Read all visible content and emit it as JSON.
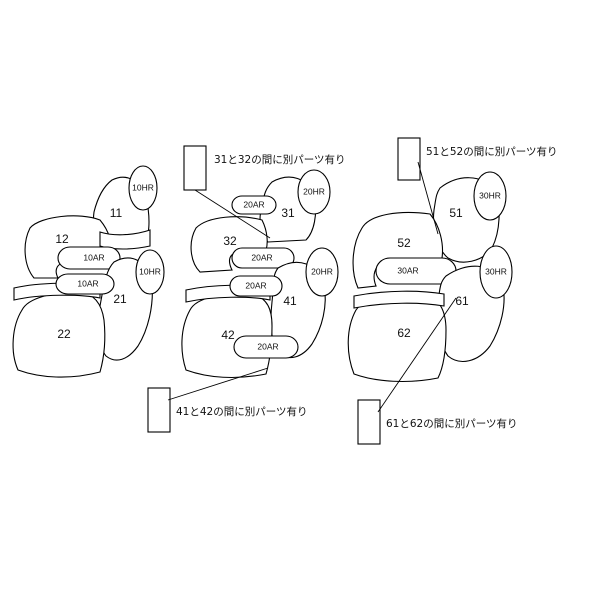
{
  "seats": {
    "row1": {
      "backrest_right": "11",
      "cushion_left": "12",
      "backrest_lower": "21",
      "cushion_lower": "22",
      "headrest_upper": "10HR",
      "headrest_lower": "10HR",
      "armrest_upper": "10AR",
      "armrest_lower": "10AR"
    },
    "row2": {
      "backrest_upper": "31",
      "cushion_upper": "32",
      "backrest_lower": "41",
      "cushion_lower": "42",
      "headrest_upper": "20HR",
      "headrest_lower": "20HR",
      "armrest_top": "20AR",
      "armrest_mid": "20AR",
      "armrest_low": "20AR",
      "armrest_bottom": "20AR"
    },
    "row3": {
      "backrest_upper": "51",
      "cushion_upper": "52",
      "backrest_lower": "61",
      "cushion_lower": "62",
      "headrest_upper": "30HR",
      "headrest_lower": "30HR",
      "armrest": "30AR"
    }
  },
  "notes": {
    "n31_32": "31と32の間に別パーツ有り",
    "n51_52": "51と52の間に別パーツ有り",
    "n41_42": "41と42の間に別パーツ有り",
    "n61_62": "61と62の間に別パーツ有り"
  },
  "colors": {
    "stroke": "#000000",
    "fill": "#ffffff"
  }
}
